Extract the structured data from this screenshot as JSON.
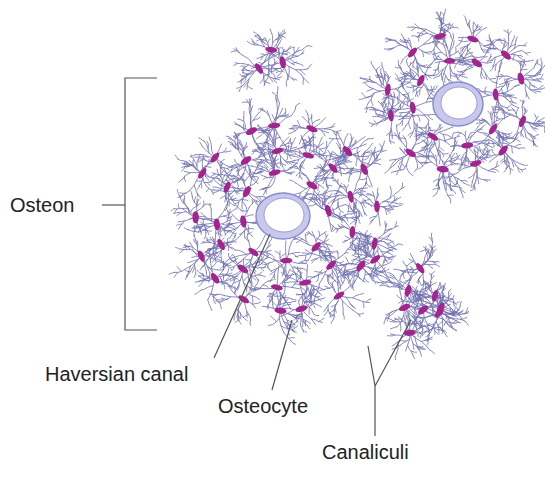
{
  "diagram": {
    "labels": [
      "Osteon",
      "Haversian canal",
      "Osteocyte",
      "Canaliculi"
    ]
  }
}
